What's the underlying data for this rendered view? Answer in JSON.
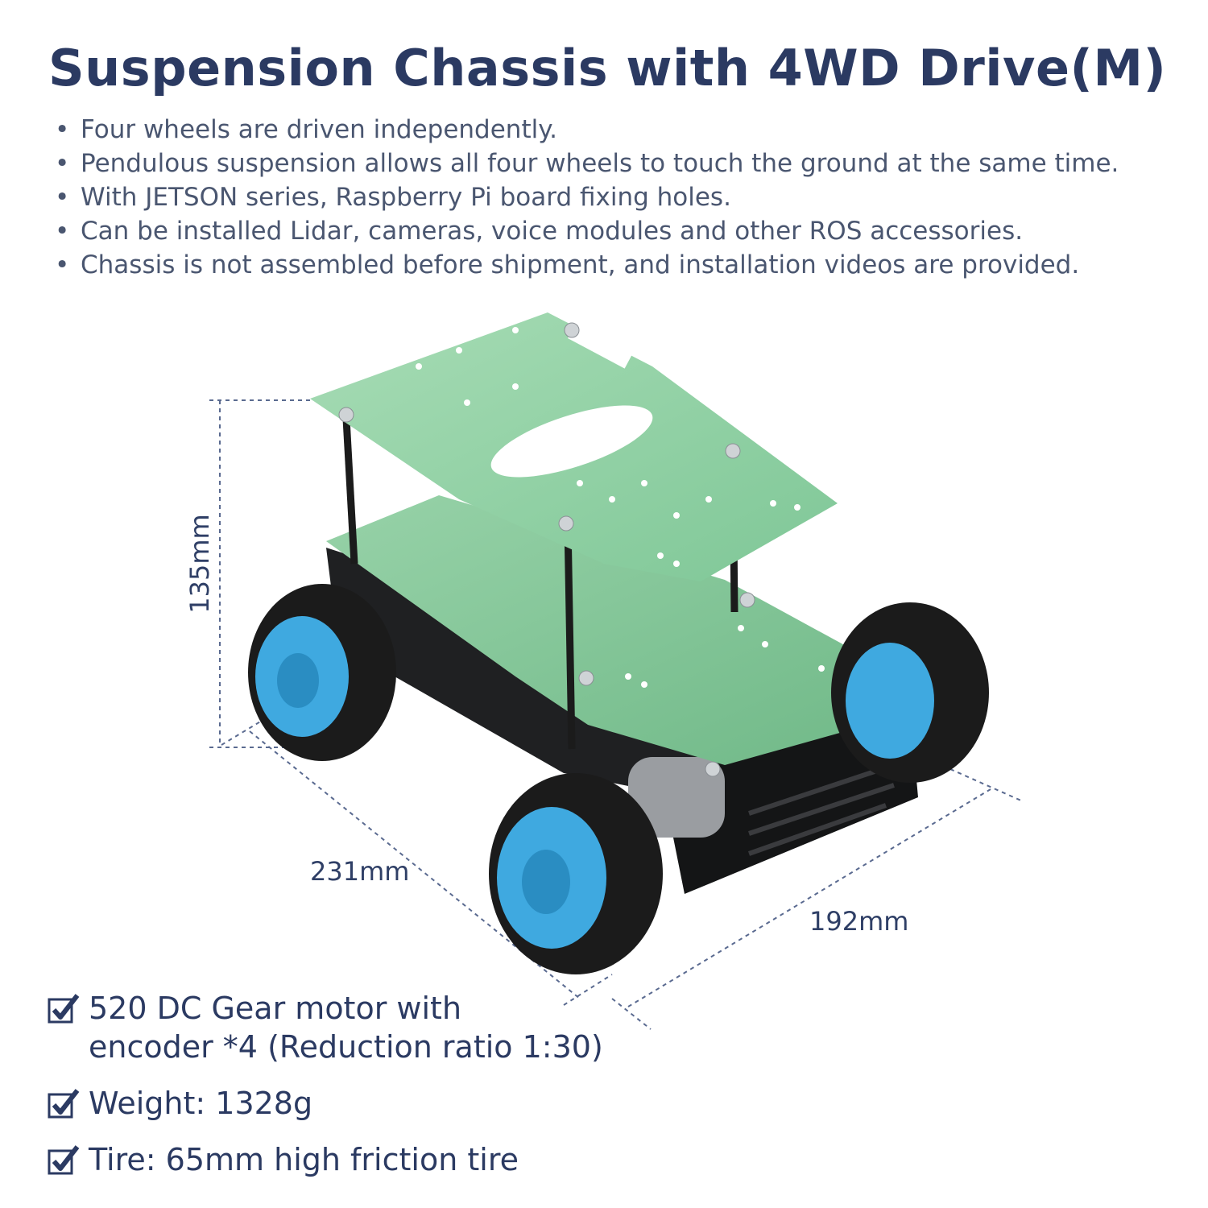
{
  "title": "Suspension Chassis with 4WD Drive(M)",
  "bullets": [
    "Four wheels are driven independently.",
    "Pendulous suspension allows all four wheels to touch the ground at the same time.",
    "With JETSON series, Raspberry Pi board fixing holes.",
    "Can be installed Lidar, cameras, voice modules and other ROS accessories.",
    "Chassis is not assembled before shipment, and installation videos are provided."
  ],
  "dimensions": {
    "height": "135mm",
    "length": "231mm",
    "width": "192mm"
  },
  "specs": {
    "motor_line1": "520 DC Gear motor with",
    "motor_line2": "encoder *4  (Reduction ratio 1:30)",
    "weight": "Weight: 1328g",
    "tire": "Tire: 65mm high friction tire"
  },
  "colors": {
    "title": "#2b3a62",
    "plate": "#8fd3a4",
    "wheel_hub": "#3fa9e0",
    "tire": "#1b1b1b"
  }
}
